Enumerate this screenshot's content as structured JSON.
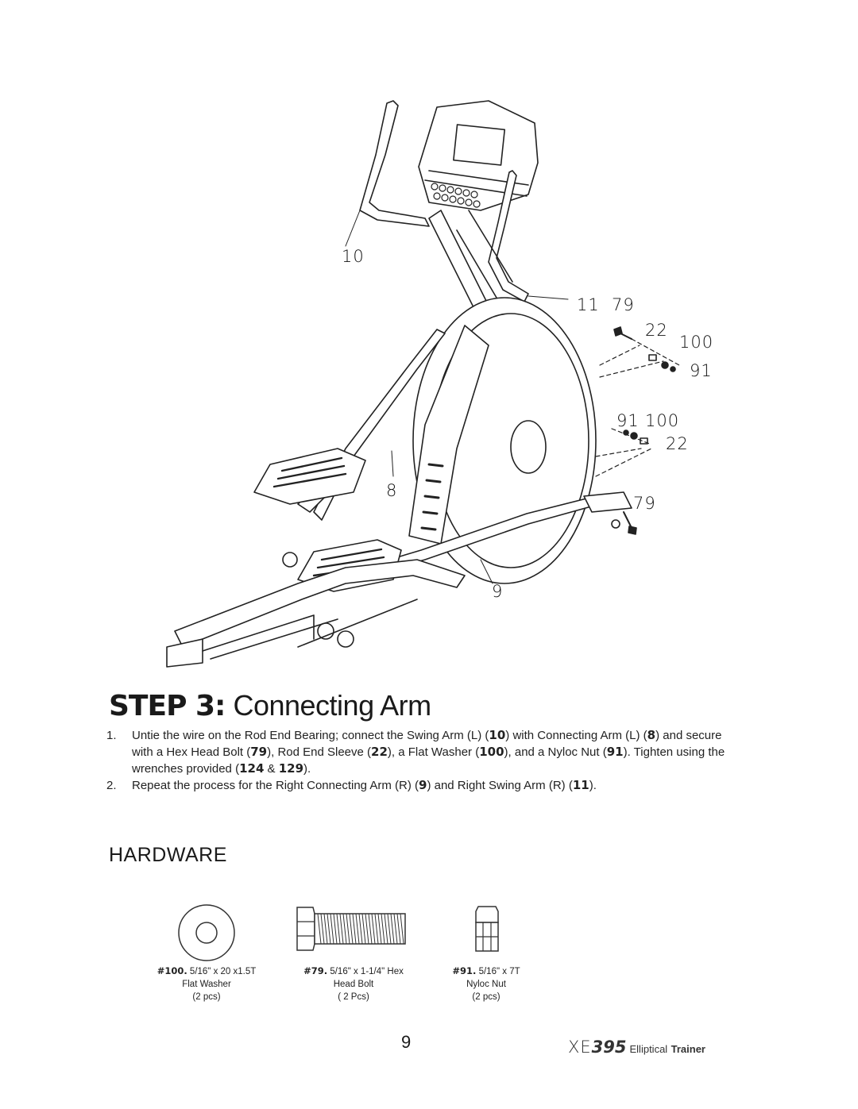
{
  "callouts": {
    "c10": "10",
    "c11": "11",
    "c79a": "79",
    "c22a": "22",
    "c100a": "100",
    "c91a": "91",
    "c91b": "91",
    "c100b": "100",
    "c22b": "22",
    "c8": "8",
    "c79b": "79",
    "c9": "9"
  },
  "step": {
    "prefix": "STEP 3:",
    "title": "Connecting Arm"
  },
  "instructions": {
    "i1": {
      "num": "1.",
      "s1": "Untie the wire on the Rod End Bearing; connect the Swing Arm (L) (",
      "b1": "10",
      "s2": ") with Connecting Arm (L) (",
      "b2": "8",
      "s3": ") and secure with a Hex Head Bolt (",
      "b3": "79",
      "s4": "), Rod End Sleeve (",
      "b4": "22",
      "s5": "), a Flat Washer (",
      "b5": "100",
      "s6": "), and a Nyloc Nut (",
      "b6": "91",
      "s7": "). Tighten using the wrenches provided (",
      "b7": "124",
      "s8": " & ",
      "b8": "129",
      "s9": ")."
    },
    "i2": {
      "num": "2.",
      "s1": "Repeat the process for the Right Connecting Arm (R) (",
      "b1": "9",
      "s2": ") and Right Swing Arm (R) (",
      "b2": "11",
      "s3": ")."
    }
  },
  "hardware": {
    "title": "HARDWARE",
    "items": [
      {
        "id": "#100.",
        "spec": "5/16\" x 20 x1.5T",
        "name": "Flat Washer",
        "qty": "(2 pcs)"
      },
      {
        "id": "#79.",
        "spec": "5/16\" x 1-1/4\" Hex",
        "name": "Head Bolt",
        "qty": "( 2 Pcs)"
      },
      {
        "id": "#91.",
        "spec": "5/16\" x 7T",
        "name": "Nyloc Nut",
        "qty": "(2 pcs)"
      }
    ]
  },
  "footer": {
    "page": "9",
    "model_prefix": "XE",
    "model_num": "395",
    "product_a": "Elliptical",
    "product_b": "Trainer"
  }
}
